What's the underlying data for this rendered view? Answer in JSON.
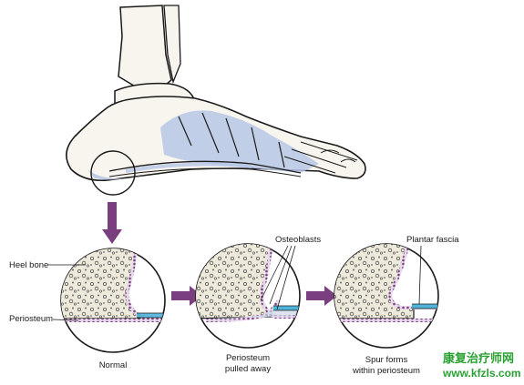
{
  "labels": {
    "heel_bone": "Heel bone",
    "periosteum": "Periosteum",
    "osteoblasts": "Osteoblasts",
    "plantar_fascia": "Plantar fascia"
  },
  "captions": {
    "normal": "Normal",
    "pulled_line1": "Periosteum",
    "pulled_line2": "pulled away",
    "spur_line1": "Spur forms",
    "spur_line2": "within periosteum"
  },
  "watermark": {
    "line1": "康复治疗师网",
    "line2": "www.kfzls.com"
  },
  "colors": {
    "outline": "#1a1a1a",
    "bone_fill": "#ece8d8",
    "shade": "#b7c7e6",
    "arrow": "#7a3f7e",
    "fascia": "#4fb3d9",
    "watermark": "#2aa033"
  }
}
